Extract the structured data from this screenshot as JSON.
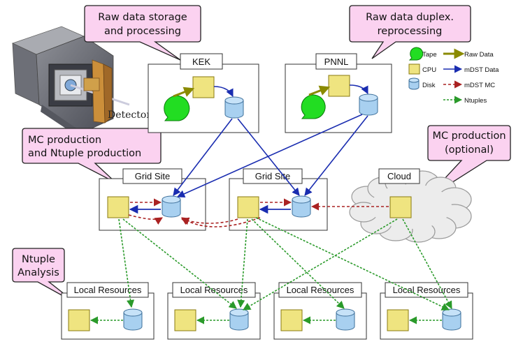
{
  "detector_label": "Detector",
  "callouts": {
    "kek": [
      "Raw data storage",
      "and processing"
    ],
    "pnnl": [
      "Raw data duplex.",
      "reprocessing"
    ],
    "mc_grid": [
      "MC production",
      "and Ntuple production"
    ],
    "mc_cloud": [
      "MC production",
      "(optional)"
    ],
    "ntuple": [
      "Ntuple",
      "Analysis"
    ]
  },
  "sites": {
    "kek": "KEK",
    "pnnl": "PNNL",
    "grid1": "Grid Site",
    "grid2": "Grid Site",
    "cloud": "Cloud",
    "local1": "Local Resources",
    "local2": "Local Resources",
    "local3": "Local Resources",
    "local4": "Local Resources"
  },
  "legend": {
    "tape": "Tape",
    "cpu": "CPU",
    "disk": "Disk",
    "raw": "Raw Data",
    "mdst_data": "mDST Data",
    "mdst_mc": "mDST MC",
    "ntuples": "Ntuples"
  },
  "colors": {
    "raw": "#8a8a00",
    "mdst_data": "#1a2db0",
    "mdst_mc": "#aa2222",
    "ntuples": "#2a9a2a",
    "cpu_fill": "#efe480",
    "disk_fill": "#a8d0f0",
    "tape_fill": "#22dd22",
    "callout_fill": "#fbd2f0"
  }
}
